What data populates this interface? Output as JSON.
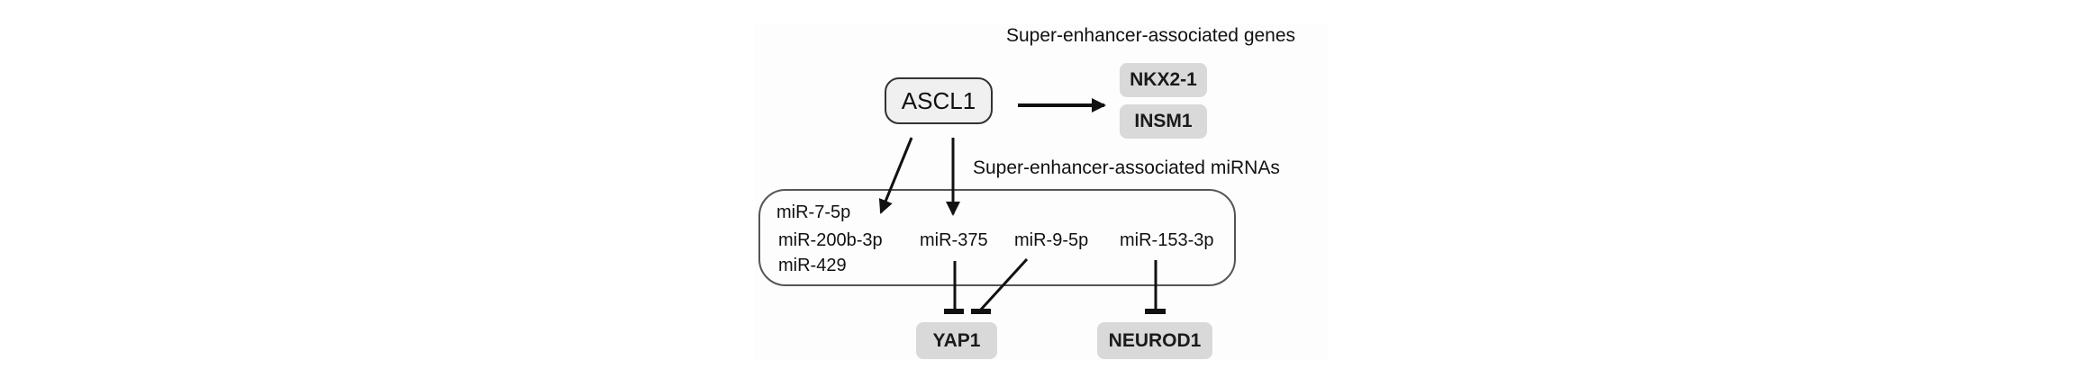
{
  "figure": {
    "transcription_factor": "ASCL1",
    "gene_section_title": "Super-enhancer-associated genes",
    "mirna_section_title": "Super-enhancer-associated miRNAs",
    "activated_genes": [
      "NKX2-1",
      "INSM1"
    ],
    "mirnas": {
      "column1": [
        "miR-7-5p",
        "miR-200b-3p",
        "miR-429"
      ],
      "mir375": "miR-375",
      "mir9": "miR-9-5p",
      "mir153": "miR-153-3p"
    },
    "repressed_targets": [
      "YAP1",
      "NEUROD1"
    ],
    "relations": [
      {
        "from": "ASCL1",
        "to": "NKX2-1 / INSM1",
        "type": "activates"
      },
      {
        "from": "ASCL1",
        "to": "miR-7-5p / miR-200b-3p / miR-429",
        "type": "activates"
      },
      {
        "from": "ASCL1",
        "to": "miR-375",
        "type": "activates"
      },
      {
        "from": "miR-375",
        "to": "YAP1",
        "type": "inhibits"
      },
      {
        "from": "miR-9-5p",
        "to": "YAP1",
        "type": "inhibits"
      },
      {
        "from": "miR-153-3p",
        "to": "NEUROD1",
        "type": "inhibits"
      }
    ],
    "colors": {
      "gene_box_fill": "#d9d9d9",
      "tf_box_fill": "#f0f0f0",
      "line": "#111111"
    }
  }
}
